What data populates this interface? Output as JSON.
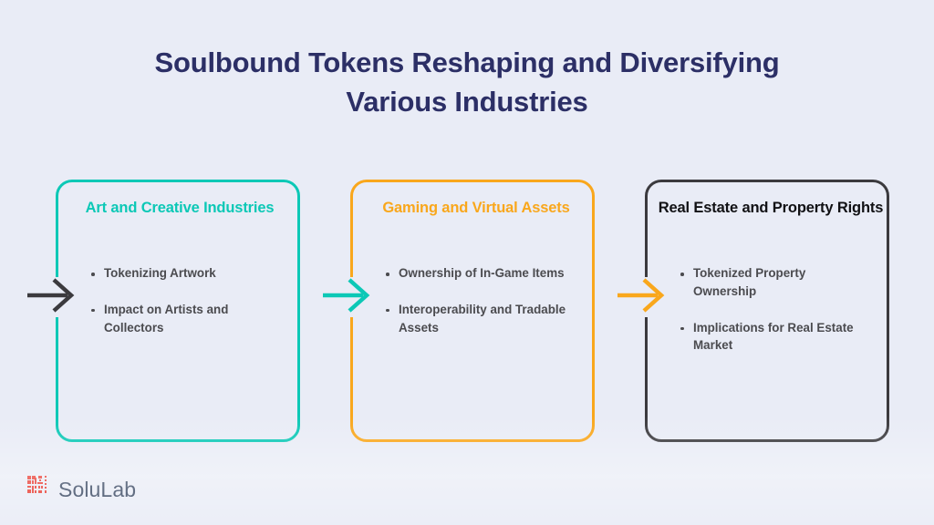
{
  "page": {
    "background_color": "#e9ecf6",
    "title": "Soulbound Tokens Reshaping and Diversifying Various Industries",
    "title_color": "#2c2f66"
  },
  "cards": [
    {
      "id": "art-and-creative-industries",
      "title": "Art and Creative Industries",
      "accent_color": "#0cc8b6",
      "arrow_color": "#3b3a3e",
      "arrow_name": "arrow-right-icon-1",
      "bullets": [
        "Tokenizing Artwork",
        "Impact on Artists and Collectors"
      ]
    },
    {
      "id": "gaming-and-virtual-assets",
      "title": "Gaming and Virtual Assets",
      "accent_color": "#f9a71c",
      "arrow_color": "#0cc8b6",
      "arrow_name": "arrow-right-icon-2",
      "bullets": [
        "Ownership of In-Game Items",
        "Interoperability and Tradable Assets"
      ]
    },
    {
      "id": "real-estate-and-property-rights",
      "title": "Real Estate and Property Rights",
      "accent_color": "#3b3a3e",
      "arrow_color": "#f9a71c",
      "arrow_name": "arrow-right-icon-3",
      "bullets": [
        "Tokenized Property Ownership",
        "Implications for Real Estate Market"
      ]
    }
  ],
  "logo": {
    "mark_name": "solulab-qr-logo-icon",
    "mark_color": "#e8342a",
    "wordmark": "SoluLab",
    "wordmark_color": "#32415c"
  }
}
